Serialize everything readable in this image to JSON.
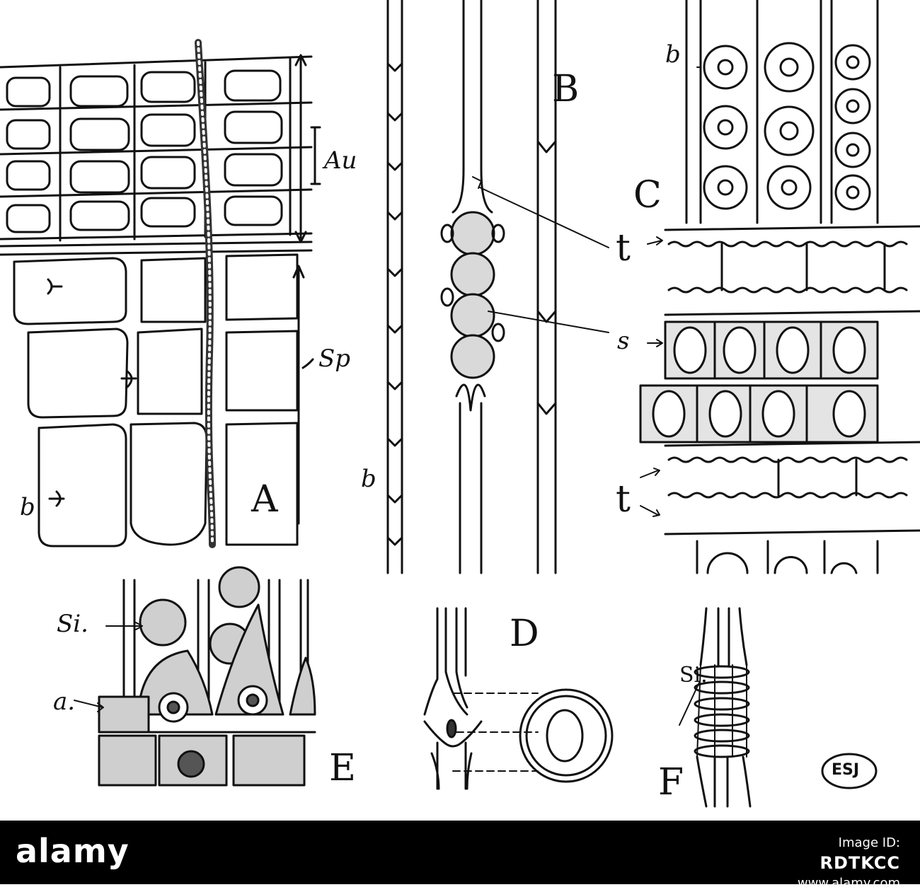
{
  "plate": {
    "panels": {
      "A": "A",
      "B": "B",
      "C": "C",
      "D": "D",
      "E": "E",
      "F": "F"
    },
    "annotations": {
      "au": "Au",
      "sp": "Sp",
      "b_a": "b",
      "b_b": "b",
      "b_c": "b",
      "t_top": "t",
      "t_bottom": "t",
      "s": "s",
      "si_e": "Si.",
      "a_e": "a.",
      "si_f": "Si.",
      "monogram": "ESJ"
    }
  },
  "footer": {
    "logo": "alamy",
    "id_label": "Image ID:",
    "id_value": "RDTKCC",
    "site": "www.alamy.com"
  },
  "colors": {
    "ink": "#111111",
    "paper": "#ffffff",
    "footer_bg": "#000000"
  }
}
